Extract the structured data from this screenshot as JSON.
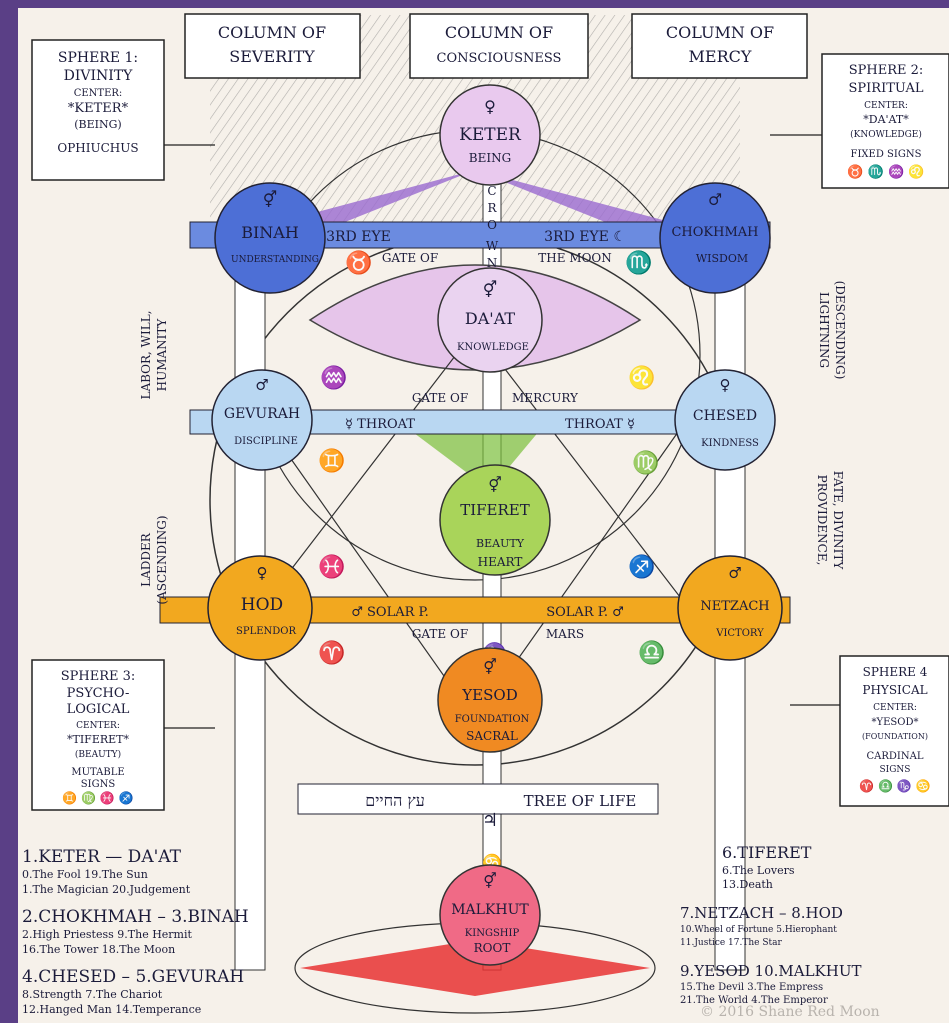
{
  "columns": {
    "severity": [
      "COLUMN OF",
      "SEVERITY"
    ],
    "consciousness": [
      "COLUMN OF",
      "CONSCIOUSNESS"
    ],
    "mercy": [
      "COLUMN OF",
      "MERCY"
    ]
  },
  "spheres": {
    "keter": {
      "name": "KETER",
      "word": "BEING",
      "symbol": "♀",
      "color": "#e9c9ee"
    },
    "binah": {
      "name": "BINAH",
      "word": "UNDERSTANDING",
      "symbol": "⚥",
      "color": "#4d6fd6"
    },
    "chokhmah": {
      "name": "CHOKHMAH",
      "word": "WISDOM",
      "symbol": "♂",
      "color": "#4d6fd6"
    },
    "daat": {
      "name": "DA'AT",
      "word": "KNOWLEDGE",
      "symbol": "⚥",
      "color": "#ead3f0"
    },
    "gevurah": {
      "name": "GEVURAH",
      "word": "DISCIPLINE",
      "symbol": "♂",
      "color": "#b9d7f2"
    },
    "chesed": {
      "name": "CHESED",
      "word": "KINDNESS",
      "symbol": "♀",
      "color": "#b9d7f2"
    },
    "tiferet": {
      "name": "TIFERET",
      "word": "BEAUTY",
      "word2": "HEART",
      "symbol": "⚥",
      "color": "#a9d45a"
    },
    "hod": {
      "name": "HOD",
      "word": "SPLENDOR",
      "symbol": "♀",
      "color": "#f2a81f"
    },
    "netzach": {
      "name": "NETZACH",
      "word": "VICTORY",
      "symbol": "♂",
      "color": "#f2a81f"
    },
    "yesod": {
      "name": "YESOD",
      "word": "FOUNDATION",
      "word2": "SACRAL",
      "symbol": "⚥",
      "color": "#f08a22"
    },
    "malkhut": {
      "name": "MALKHUT",
      "word": "KINGSHIP",
      "word2": "ROOT",
      "symbol": "⚥",
      "color": "#f06a86"
    }
  },
  "banners": {
    "third_eye_left": "☽ 3RD EYE",
    "third_eye_right": "3RD EYE ☾",
    "gate_moon_left": "GATE OF",
    "gate_moon_right": "THE MOON",
    "crown": [
      "C",
      "R",
      "O",
      "W",
      "N"
    ],
    "gate_mercury": [
      "GATE OF",
      "MERCURY"
    ],
    "throat_left": "☿ THROAT",
    "throat_right": "THROAT ☿",
    "solar_left": "♂ SOLAR P.",
    "solar_right": "SOLAR P. ♂",
    "gate_mars": [
      "GATE OF",
      "MARS"
    ],
    "tree_of_life": "TREE OF LIFE",
    "hebrew": "עץ החיים"
  },
  "zodiac": {
    "taurus": "♉",
    "scorpio": "♏",
    "aquarius": "♒",
    "leo": "♌",
    "gemini": "♊",
    "virgo": "♍",
    "pisces": "♓",
    "sagittarius": "♐",
    "aries": "♈",
    "libra": "♎",
    "capricorn": "♑",
    "jupiter": "♃",
    "cancer": "♋"
  },
  "side_labels": {
    "labor": [
      "LABOR, WILL,",
      "HUMANITY"
    ],
    "ladder": [
      "LADDER",
      "(ASCENDING)"
    ],
    "lightning": [
      "LIGHTNING",
      "(DESCENDING)"
    ],
    "providence": [
      "PROVIDENCE,",
      "FATE, DIVINITY"
    ]
  },
  "boxes": {
    "sphere1": [
      "SPHERE 1:",
      "DIVINITY",
      "CENTER:",
      "*KETER*",
      "(BEING)",
      "OPHIUCHUS"
    ],
    "sphere2": [
      "SPHERE 2:",
      "SPIRITUAL",
      "CENTER:",
      "*DA'AT*",
      "(KNOWLEDGE)",
      "FIXED SIGNS",
      "♉ ♏ ♒ ♌"
    ],
    "sphere3": [
      "SPHERE 3:",
      "PSYCHO-",
      "LOGICAL",
      "CENTER:",
      "*TIFERET*",
      "(BEAUTY)",
      "MUTABLE",
      "SIGNS",
      "♊ ♍ ♓ ♐"
    ],
    "sphere4": [
      "SPHERE 4",
      "PHYSICAL",
      "CENTER:",
      "*YESOD*",
      "(FOUNDATION)",
      "CARDINAL",
      "SIGNS",
      "♈ ♎ ♑ ♋"
    ]
  },
  "legend": {
    "left": [
      {
        "title": "1.KETER — DA'AT",
        "lines": [
          "0.The Fool      19.The Sun",
          "1.The Magician  20.Judgement"
        ]
      },
      {
        "title": "2.CHOKHMAH – 3.BINAH",
        "lines": [
          "2.High Priestess  9.The Hermit",
          "16.The Tower     18.The Moon"
        ]
      },
      {
        "title": "4.CHESED – 5.GEVURAH",
        "lines": [
          "8.Strength       7.The Chariot",
          "12.Hanged Man   14.Temperance"
        ]
      }
    ],
    "right": [
      {
        "title": "6.TIFERET",
        "lines": [
          "6.The Lovers",
          "13.Death"
        ]
      },
      {
        "title": "7.NETZACH – 8.HOD",
        "lines": [
          "10.Wheel of Fortune  5.Hierophant",
          "11.Justice           17.The Star"
        ]
      },
      {
        "title": "9.YESOD    10.MALKHUT",
        "lines": [
          "15.The Devil    3.The Empress",
          "21.The World    4.The Emperor"
        ]
      }
    ]
  },
  "copyright": "© 2016 Shane Red Moon"
}
